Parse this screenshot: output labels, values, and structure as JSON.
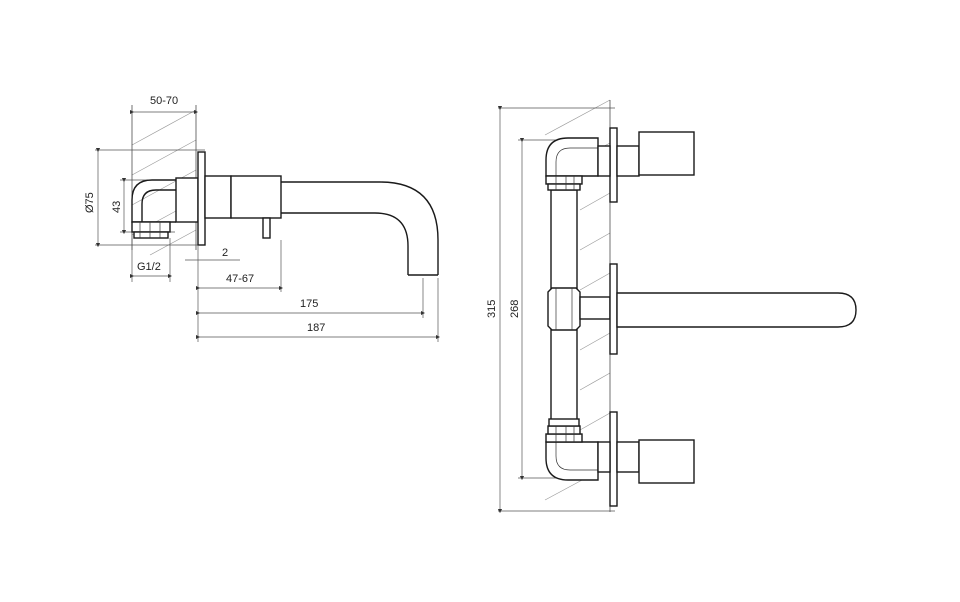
{
  "colors": {
    "line": "#1a1a1a",
    "hatch": "#9a9a9a",
    "background": "#ffffff"
  },
  "side_view": {
    "dims": {
      "wall_depth": "50-70",
      "diameter": "Ø75",
      "height": "43",
      "thread": "G1/2",
      "gap": "2",
      "insertion": "47-67",
      "spout_reach": "175",
      "total_reach": "187"
    }
  },
  "front_view": {
    "dims": {
      "total_height": "315",
      "center_distance": "268"
    }
  }
}
